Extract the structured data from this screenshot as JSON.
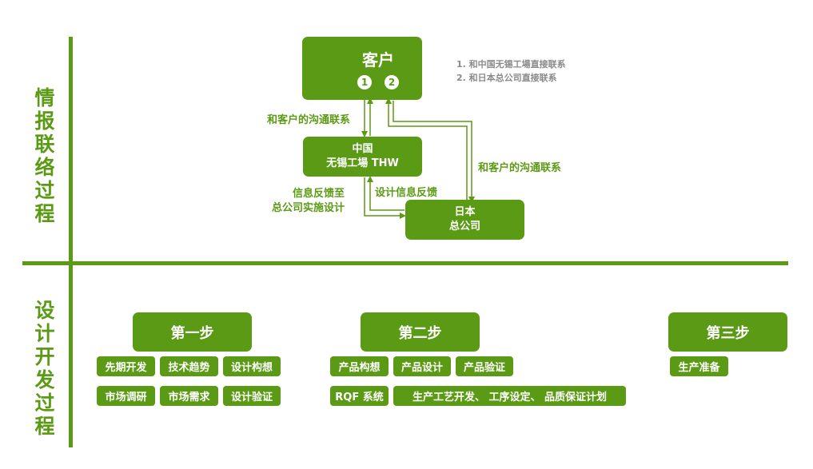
{
  "sections": {
    "top": "情报联络过程",
    "bottom": "设计开发过程"
  },
  "customer": {
    "title": "客户",
    "circle1": "1",
    "circle2": "2"
  },
  "notes": {
    "note1": "1. 和中国无锡工場直接联系",
    "note2": "2. 和日本总公司直接联系"
  },
  "china_box": {
    "line1": "中国",
    "line2": "无锡工場 THW"
  },
  "japan_box": {
    "line1": "日本",
    "line2": "总公司"
  },
  "labels": {
    "customer_contact_left": "和客户的沟通联系",
    "customer_contact_right": "和客户的沟通联系",
    "feedback_to_hq_line1": "信息反馈至",
    "feedback_to_hq_line2": "总公司实施设计",
    "design_feedback": "设计信息反馈"
  },
  "steps": {
    "step1": {
      "title": "第一步",
      "tags": [
        "先期开发",
        "技术趋势",
        "设计构想",
        "市场调研",
        "市场需求",
        "设计验证"
      ]
    },
    "step2": {
      "title": "第二步",
      "tags": [
        "产品构想",
        "产品设计",
        "产品验证",
        "RQF 系统",
        "生产工艺开发、 工序设定、 品质保证计划"
      ]
    },
    "step3": {
      "title": "第三步",
      "tags": [
        "生产准备"
      ]
    }
  },
  "colors": {
    "accent": "#5b9a14",
    "note_grey": "#8a8a8a"
  }
}
